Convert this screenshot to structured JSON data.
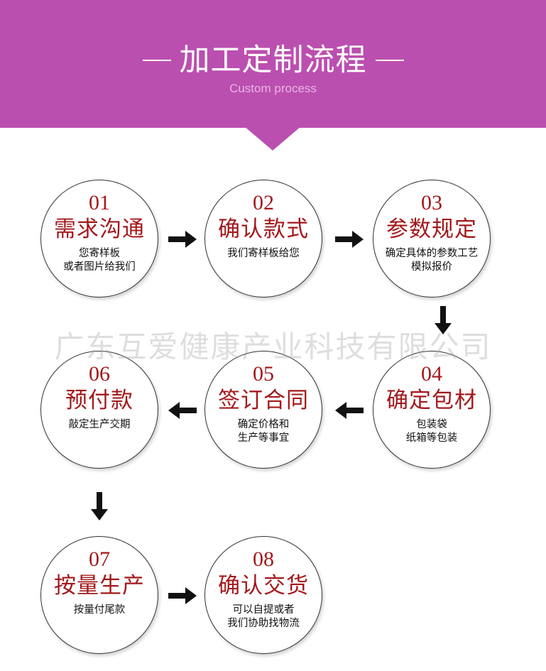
{
  "header": {
    "title": "加工定制流程",
    "subtitle": "Custom process"
  },
  "watermark": "广东互爱健康产业科技有限公司",
  "colors": {
    "banner": "#bb4fb0",
    "step_text": "#a3191c",
    "arrow": "#111111"
  },
  "steps": [
    {
      "num": "01",
      "title": "需求沟通",
      "desc_lines": [
        "您寄样板",
        "或者图片给我们"
      ]
    },
    {
      "num": "02",
      "title": "确认款式",
      "desc_lines": [
        "我们寄样板给您"
      ]
    },
    {
      "num": "03",
      "title": "参数规定",
      "desc_lines": [
        "确定具体的参数工艺",
        "模拟报价"
      ]
    },
    {
      "num": "04",
      "title": "确定包材",
      "desc_lines": [
        "包装袋",
        "纸箱等包装"
      ]
    },
    {
      "num": "05",
      "title": "签订合同",
      "desc_lines": [
        "确定价格和",
        "生产等事宜"
      ]
    },
    {
      "num": "06",
      "title": "预付款",
      "desc_lines": [
        "敲定生产交期"
      ]
    },
    {
      "num": "07",
      "title": "按量生产",
      "desc_lines": [
        "按量付尾款"
      ]
    },
    {
      "num": "08",
      "title": "确认交货",
      "desc_lines": [
        "可以自提或者",
        "我们协助找物流"
      ]
    }
  ],
  "arrows": [
    {
      "icon": "arrow-right-icon",
      "direction": "right"
    },
    {
      "icon": "arrow-right-icon",
      "direction": "right"
    },
    {
      "icon": "arrow-down-icon",
      "direction": "down"
    },
    {
      "icon": "arrow-left-icon",
      "direction": "left"
    },
    {
      "icon": "arrow-left-icon",
      "direction": "left"
    },
    {
      "icon": "arrow-down-icon",
      "direction": "down"
    },
    {
      "icon": "arrow-right-icon",
      "direction": "right"
    }
  ]
}
